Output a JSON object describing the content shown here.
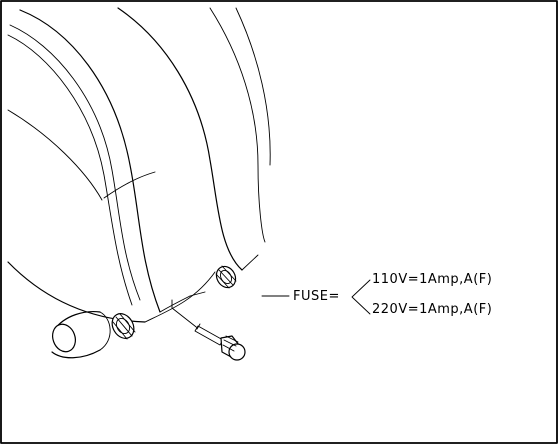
{
  "callout": {
    "fuse_label": "FUSE=",
    "specs": [
      "110V=1Amp,A(F)",
      "220V=1Amp,A(F)"
    ]
  }
}
